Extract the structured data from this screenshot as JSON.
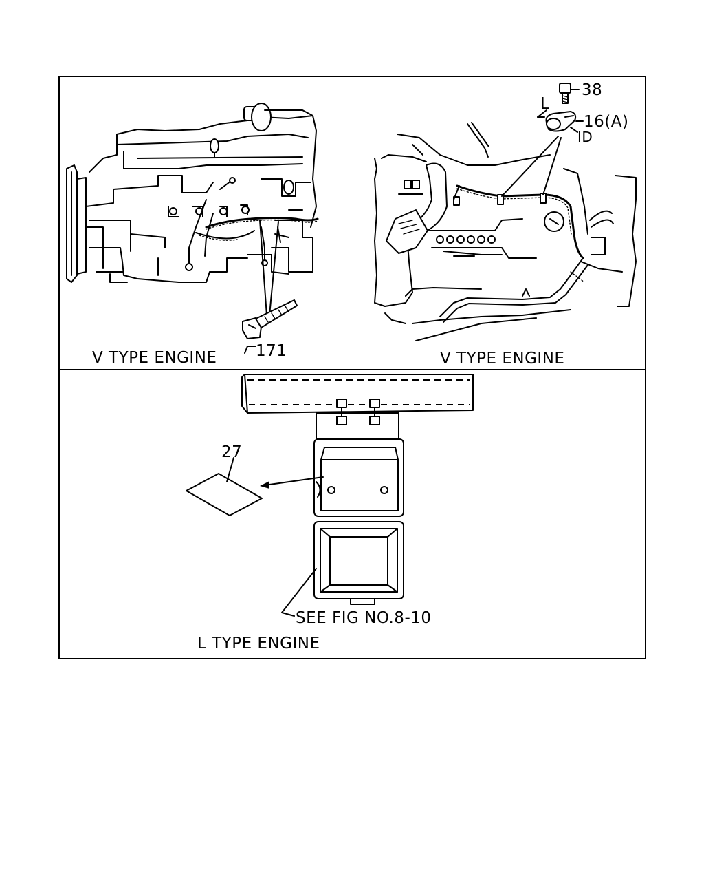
{
  "panels": {
    "top_left": {
      "caption": "V TYPE ENGINE",
      "callout": "171"
    },
    "top_right": {
      "caption": "V TYPE ENGINE",
      "callout_bolt": "38",
      "callout_clip": "16(A)",
      "dim_length": "L",
      "dim_id": "ID"
    },
    "bottom": {
      "caption": "L TYPE ENGINE",
      "callout_plate": "27",
      "reference": "SEE FIG NO.8-10"
    }
  }
}
